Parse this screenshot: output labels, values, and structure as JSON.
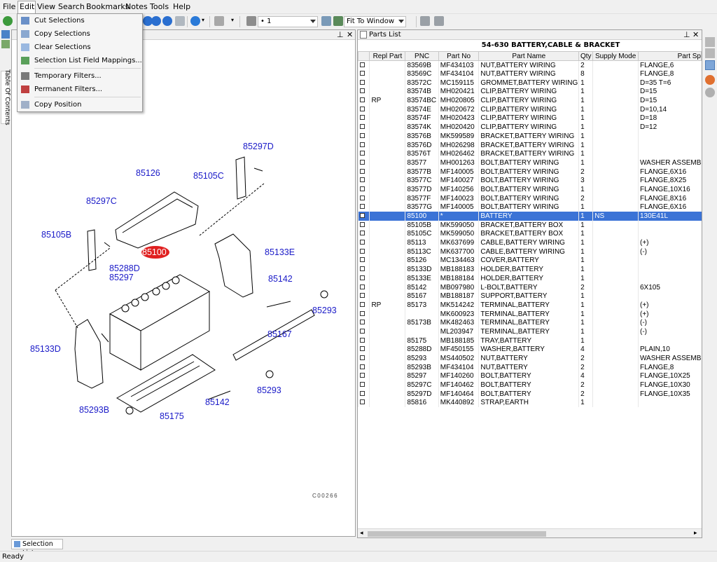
{
  "menu": {
    "items": [
      "File",
      "Edit",
      "View",
      "Search",
      "Bookmarks",
      "Notes",
      "Tools",
      "Help"
    ]
  },
  "toolbar": {
    "page_value": "1",
    "zoom_value": "Fit To Window"
  },
  "edit_menu": {
    "items": [
      "Cut Selections",
      "Copy Selections",
      "Clear Selections",
      "Selection List Field Mappings...",
      "Temporary Filters...",
      "Permanent Filters...",
      "Copy Position"
    ]
  },
  "sidebar": {
    "toc_label": "Table Of Contents"
  },
  "diagram": {
    "ref_code": "C00266",
    "highlighted": "85100",
    "labels": [
      "85297D",
      "85126",
      "85105C",
      "85297C",
      "85105B",
      "85100",
      "85133E",
      "85288D",
      "85297",
      "85142",
      "85293",
      "85133D",
      "85167",
      "85293",
      "85142",
      "85175",
      "85293B"
    ]
  },
  "parts": {
    "pane_title": "Parts List",
    "group_title": "54-630 BATTERY,CABLE & BRACKET",
    "columns": [
      "Repl Part",
      "PNC",
      "Part No",
      "Part Name",
      "Qty",
      "Supply Mode",
      "Part Sp"
    ],
    "rows": [
      [
        "",
        "83569B",
        "MF434103",
        "NUT,BATTERY WIRING",
        "2",
        "",
        "FLANGE,6"
      ],
      [
        "",
        "83569C",
        "MF434104",
        "NUT,BATTERY WIRING",
        "8",
        "",
        "FLANGE,8"
      ],
      [
        "",
        "83572C",
        "MC159115",
        "GROMMET,BATTERY WIRING",
        "1",
        "",
        "D=35 T=6"
      ],
      [
        "",
        "83574B",
        "MH020421",
        "CLIP,BATTERY WIRING",
        "1",
        "",
        "D=15"
      ],
      [
        "RP",
        "83574BC",
        "MH020805",
        "CLIP,BATTERY WIRING",
        "1",
        "",
        "D=15"
      ],
      [
        "",
        "83574E",
        "MH020672",
        "CLIP,BATTERY WIRING",
        "1",
        "",
        "D=10,14"
      ],
      [
        "",
        "83574F",
        "MH020423",
        "CLIP,BATTERY WIRING",
        "1",
        "",
        "D=18"
      ],
      [
        "",
        "83574K",
        "MH020420",
        "CLIP,BATTERY WIRING",
        "1",
        "",
        "D=12"
      ],
      [
        "",
        "83576B",
        "MK599589",
        "BRACKET,BATTERY WIRING",
        "1",
        "",
        ""
      ],
      [
        "",
        "83576D",
        "MH026298",
        "BRACKET,BATTERY WIRING",
        "1",
        "",
        ""
      ],
      [
        "",
        "83576T",
        "MH026462",
        "BRACKET,BATTERY WIRING",
        "1",
        "",
        ""
      ],
      [
        "",
        "83577",
        "MH001263",
        "BOLT,BATTERY WIRING",
        "1",
        "",
        "WASHER ASSEMB"
      ],
      [
        "",
        "83577B",
        "MF140005",
        "BOLT,BATTERY WIRING",
        "2",
        "",
        "FLANGE,6X16"
      ],
      [
        "",
        "83577C",
        "MF140027",
        "BOLT,BATTERY WIRING",
        "3",
        "",
        "FLANGE,8X25"
      ],
      [
        "",
        "83577D",
        "MF140256",
        "BOLT,BATTERY WIRING",
        "1",
        "",
        "FLANGE,10X16"
      ],
      [
        "",
        "83577F",
        "MF140023",
        "BOLT,BATTERY WIRING",
        "2",
        "",
        "FLANGE,8X16"
      ],
      [
        "",
        "83577G",
        "MF140005",
        "BOLT,BATTERY WIRING",
        "1",
        "",
        "FLANGE,6X16"
      ],
      [
        "",
        "85100",
        "*",
        "BATTERY",
        "1",
        "NS",
        "130E41L"
      ],
      [
        "",
        "85105B",
        "MK599050",
        "BRACKET,BATTERY BOX",
        "1",
        "",
        ""
      ],
      [
        "",
        "85105C",
        "MK599050",
        "BRACKET,BATTERY BOX",
        "1",
        "",
        ""
      ],
      [
        "",
        "85113",
        "MK637699",
        "CABLE,BATTERY WIRING",
        "1",
        "",
        "(+)"
      ],
      [
        "",
        "85113C",
        "MK637700",
        "CABLE,BATTERY WIRING",
        "1",
        "",
        "(-)"
      ],
      [
        "",
        "85126",
        "MC134463",
        "COVER,BATTERY",
        "1",
        "",
        ""
      ],
      [
        "",
        "85133D",
        "MB188183",
        "HOLDER,BATTERY",
        "1",
        "",
        ""
      ],
      [
        "",
        "85133E",
        "MB188184",
        "HOLDER,BATTERY",
        "1",
        "",
        ""
      ],
      [
        "",
        "85142",
        "MB097980",
        "L-BOLT,BATTERY",
        "2",
        "",
        "6X105"
      ],
      [
        "",
        "85167",
        "MB188187",
        "SUPPORT,BATTERY",
        "1",
        "",
        ""
      ],
      [
        "RP",
        "85173",
        "MK514242",
        "TERMINAL,BATTERY",
        "1",
        "",
        "(+)"
      ],
      [
        "",
        "",
        "MK600923",
        "TERMINAL,BATTERY",
        "1",
        "",
        "(+)"
      ],
      [
        "",
        "85173B",
        "MK482463",
        "TERMINAL,BATTERY",
        "1",
        "",
        "(-)"
      ],
      [
        "",
        "",
        "ML203947",
        "TERMINAL,BATTERY",
        "1",
        "",
        "(-)"
      ],
      [
        "",
        "85175",
        "MB188185",
        "TRAY,BATTERY",
        "1",
        "",
        ""
      ],
      [
        "",
        "85288D",
        "MF450155",
        "WASHER,BATTERY",
        "4",
        "",
        "PLAIN,10"
      ],
      [
        "",
        "85293",
        "MS440502",
        "NUT,BATTERY",
        "2",
        "",
        "WASHER ASSEMB"
      ],
      [
        "",
        "85293B",
        "MF434104",
        "NUT,BATTERY",
        "2",
        "",
        "FLANGE,8"
      ],
      [
        "",
        "85297",
        "MF140260",
        "BOLT,BATTERY",
        "4",
        "",
        "FLANGE,10X25"
      ],
      [
        "",
        "85297C",
        "MF140462",
        "BOLT,BATTERY",
        "2",
        "",
        "FLANGE,10X30"
      ],
      [
        "",
        "85297D",
        "MF140464",
        "BOLT,BATTERY",
        "2",
        "",
        "FLANGE,10X35"
      ],
      [
        "",
        "85816",
        "MK440892",
        "STRAP,EARTH",
        "1",
        "",
        ""
      ]
    ],
    "selected_row": 17
  },
  "bottom_tab": "Selection List",
  "status": "Ready"
}
